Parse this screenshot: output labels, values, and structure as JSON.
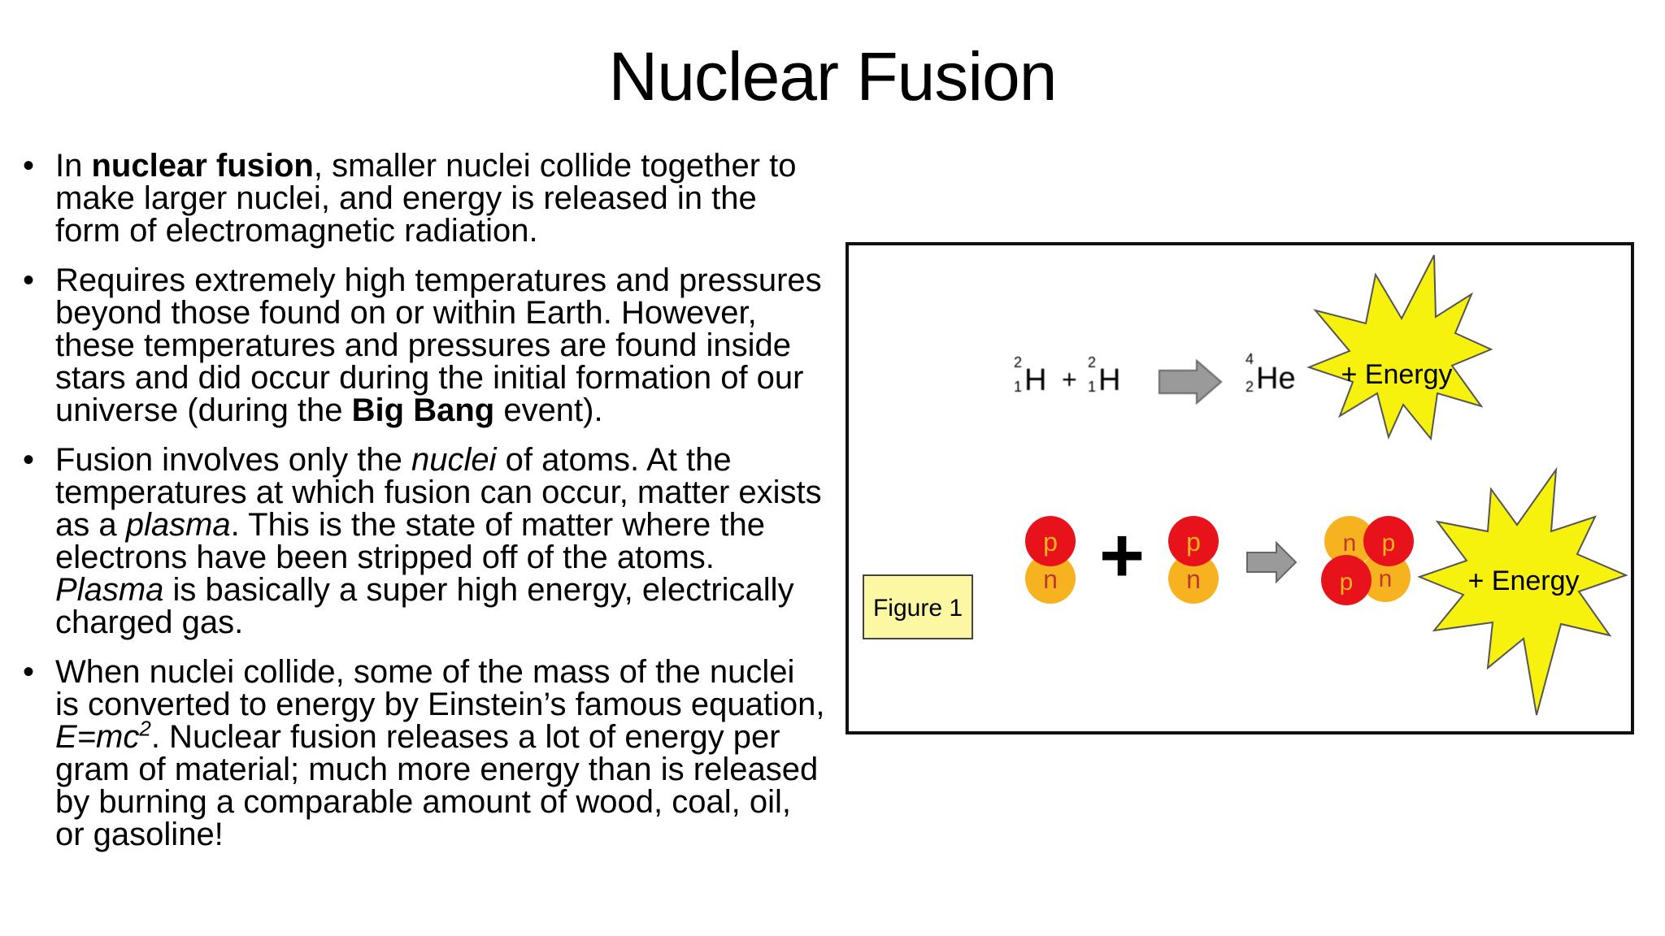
{
  "title": "Nuclear Fusion",
  "bullets": [
    {
      "runs": [
        {
          "text": "In ",
          "style": "normal"
        },
        {
          "text": "nuclear fusion",
          "style": "bold"
        },
        {
          "text": ", smaller nuclei collide together to make larger nuclei, and energy is released in the form of electromagnetic radiation.",
          "style": "normal"
        }
      ]
    },
    {
      "runs": [
        {
          "text": "Requires extremely high temperatures and pressures beyond those found on or within Earth.  However, these temperatures and pressures are found inside stars and did occur during the initial formation of our universe (during the ",
          "style": "normal"
        },
        {
          "text": "Big Bang",
          "style": "bold"
        },
        {
          "text": " event).",
          "style": "normal"
        }
      ]
    },
    {
      "runs": [
        {
          "text": "Fusion involves only the ",
          "style": "normal"
        },
        {
          "text": "nuclei",
          "style": "italic"
        },
        {
          "text": " of atoms.  At the temperatures at which fusion can occur, matter exists as a ",
          "style": "normal"
        },
        {
          "text": "plasma",
          "style": "italic"
        },
        {
          "text": ".  This is the state of matter where the electrons have been stripped off of the atoms.  ",
          "style": "normal"
        },
        {
          "text": "Plasma",
          "style": "italic"
        },
        {
          "text": " is basically a super high energy, electrically charged gas.",
          "style": "normal"
        }
      ]
    },
    {
      "runs": [
        {
          "text": "When nuclei collide, some of the mass of the nuclei is converted to energy by Einstein’s famous equation, ",
          "style": "normal"
        },
        {
          "text": "E=mc",
          "style": "italic"
        },
        {
          "text": "2",
          "style": "sup-italic"
        },
        {
          "text": ".  Nuclear fusion releases a lot of energy per gram of material; much more energy than is released by burning a comparable amount of wood, coal, oil, or gasoline!",
          "style": "normal"
        }
      ]
    }
  ],
  "figure": {
    "label": "Figure 1",
    "equation": {
      "reactant1": {
        "symbol": "H",
        "mass": "2",
        "atomic": "1"
      },
      "plus": "+",
      "reactant2": {
        "symbol": "H",
        "mass": "2",
        "atomic": "1"
      },
      "product": {
        "symbol": "He",
        "mass": "4",
        "atomic": "2"
      }
    },
    "energy_label": "+ Energy",
    "energy_label_2": "+ Energy",
    "proton": "p",
    "neutron": "n",
    "big_plus": "+",
    "colors": {
      "proton": "#e8121b",
      "neutron": "#f7b21f",
      "starburst": "#f6f20e",
      "arrow": "#9a9a9a",
      "label_bg": "#fbf7a2"
    }
  }
}
